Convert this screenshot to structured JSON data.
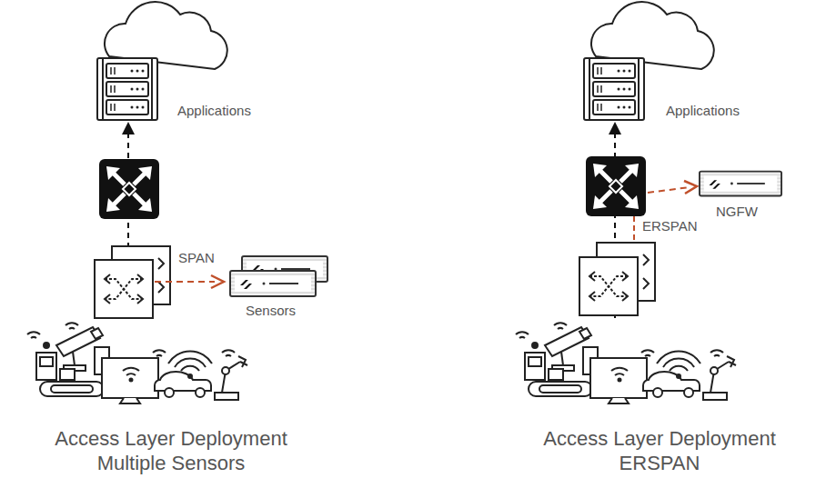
{
  "diagram": {
    "nodes": [
      {
        "text": [
          "Applications"
        ]
      },
      {
        "text": [
          "Sensors"
        ]
      },
      {
        "text": [
          "Applications"
        ]
      },
      {
        "text": [
          "NGFW"
        ]
      }
    ],
    "labels": [
      "SPAN",
      "Access Layer Deployment Multiple Sensors",
      "ERSPAN",
      "Access Layer Deployment ERSPAN"
    ]
  }
}
